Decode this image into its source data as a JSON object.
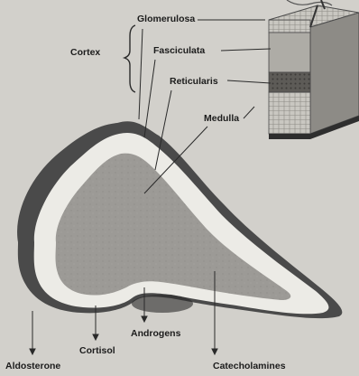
{
  "labels": {
    "cortex": "Cortex",
    "glomerulosa": "Glomerulosa",
    "fasciculata": "Fasciculata",
    "reticularis": "Reticularis",
    "medulla": "Medulla",
    "aldosterone": "Aldosterone",
    "cortisol": "Cortisol",
    "androgens": "Androgens",
    "catecholamines": "Catecholamines"
  },
  "colors": {
    "background": "#d2d0cb",
    "outer_capsule": "#4a4a4a",
    "cortex_band": "#ecebe6",
    "inner_tissue": "#9c9a96",
    "text": "#1c1c1c"
  }
}
